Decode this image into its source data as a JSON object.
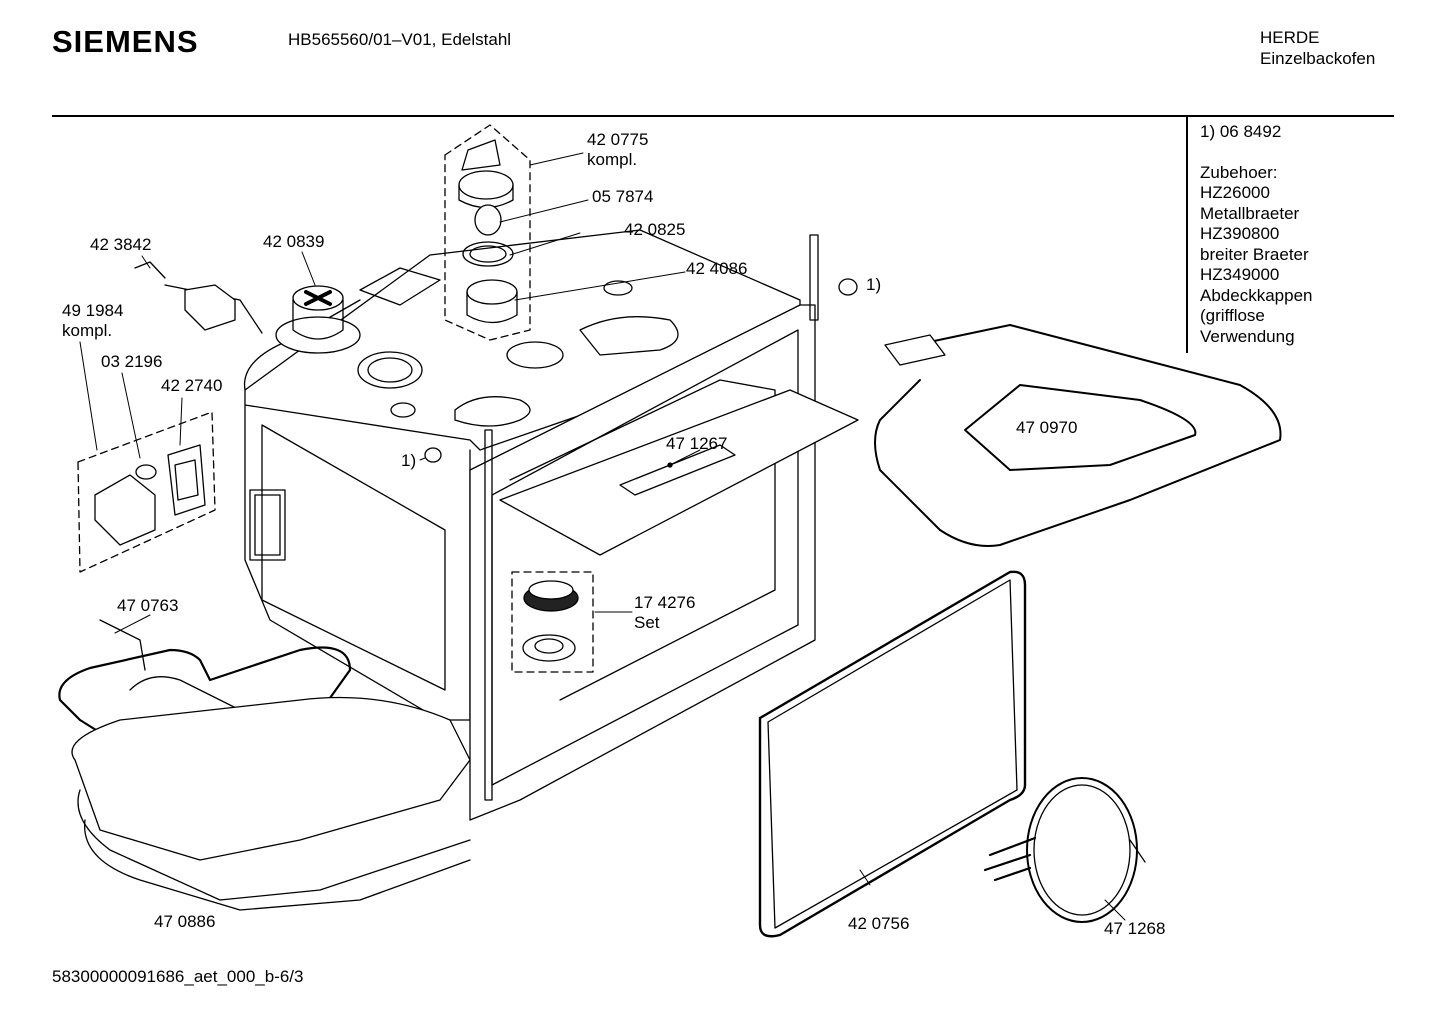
{
  "header": {
    "brand": "SIEMENS",
    "model": "HB565560/01–V01, Edelstahl",
    "category_line1": "HERDE",
    "category_line2": "Einzelbackofen"
  },
  "side_notes": {
    "footnote": "1) 06 8492",
    "lines": [
      "Zubehoer:",
      "HZ26000",
      "Metallbraeter",
      "HZ390800",
      "breiter Braeter",
      "HZ349000",
      "Abdeckkappen",
      "(grifflose",
      "Verwendung"
    ]
  },
  "parts": {
    "p420775": "42 0775",
    "p420775_sub": "kompl.",
    "p057874": "05 7874",
    "p420825": "42 0825",
    "p424086": "42 4086",
    "p420839": "42 0839",
    "p423842": "42 3842",
    "p491984": "49 1984",
    "p491984_sub": "kompl.",
    "p032196": "03 2196",
    "p422740": "42 2740",
    "note1_left": "1)",
    "note1_right": "1)",
    "p471267": "47 1267",
    "p470970": "47 0970",
    "p470763": "47 0763",
    "p174276": "17 4276",
    "p174276_sub": "Set",
    "p470886": "47 0886",
    "p420756": "42 0756",
    "p471268": "47 1268"
  },
  "footer": {
    "doc_id": "58300000091686_aet_000_b-6/3"
  }
}
